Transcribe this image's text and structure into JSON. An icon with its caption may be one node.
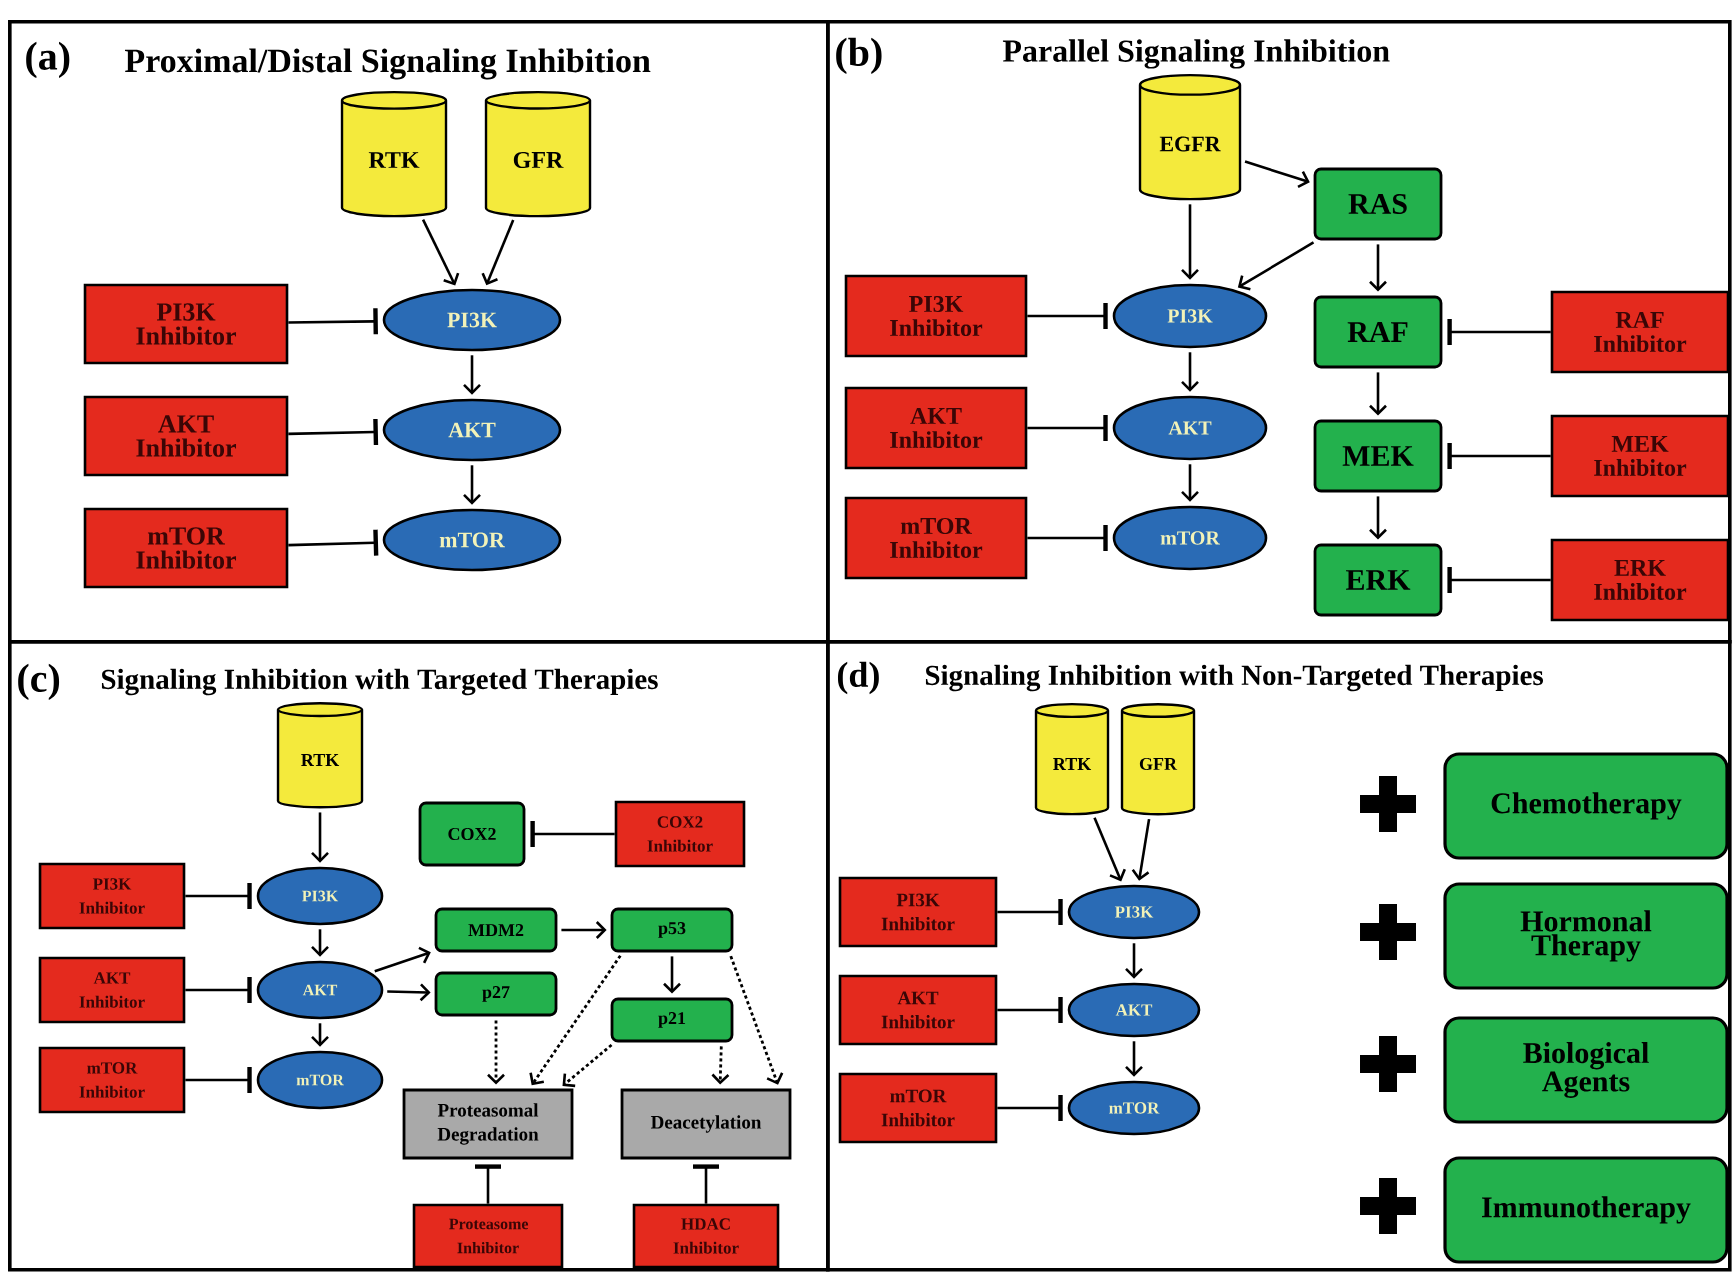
{
  "diagram": {
    "nodes": [
      {
        "text": [
          "(a)",
          "Proximal/Distal Signaling Inhibition"
        ]
      },
      {
        "text": [
          "RTK"
        ],
        "in": 0
      },
      {
        "text": [
          "GFR"
        ],
        "in": 0
      },
      {
        "text": [
          "PI3K Inhibitor"
        ],
        "in": 0
      },
      {
        "text": [
          "PI3K"
        ],
        "in": 0
      },
      {
        "text": [
          "AKT Inhibitor"
        ],
        "in": 0
      },
      {
        "text": [
          "AKT"
        ],
        "in": 0
      },
      {
        "text": [
          "mTOR Inhibitor"
        ],
        "in": 0
      },
      {
        "text": [
          "mTOR"
        ],
        "in": 0
      },
      {
        "text": [
          "(b)",
          "Parallel Signaling Inhibition"
        ]
      },
      {
        "text": [
          "EGFR"
        ],
        "in": 9
      },
      {
        "text": [
          "RAS"
        ],
        "in": 9
      },
      {
        "text": [
          "PI3K Inhibitor"
        ],
        "in": 9
      },
      {
        "text": [
          "PI3K"
        ],
        "in": 9
      },
      {
        "text": [
          "RAF"
        ],
        "in": 9
      },
      {
        "text": [
          "RAF Inhibitor"
        ],
        "in": 9
      },
      {
        "text": [
          "AKT Inhibitor"
        ],
        "in": 9
      },
      {
        "text": [
          "AKT"
        ],
        "in": 9
      },
      {
        "text": [
          "MEK"
        ],
        "in": 9
      },
      {
        "text": [
          "MEK Inhibitor"
        ],
        "in": 9
      },
      {
        "text": [
          "mTOR Inhibitor"
        ],
        "in": 9
      },
      {
        "text": [
          "mTOR"
        ],
        "in": 9
      },
      {
        "text": [
          "ERK"
        ],
        "in": 9
      },
      {
        "text": [
          "ERK Inhibitor"
        ],
        "in": 9
      },
      {
        "text": [
          "(c)",
          "Signaling Inhibition with Targeted Therapies"
        ]
      },
      {
        "text": [
          "RTK"
        ],
        "in": 24
      },
      {
        "text": [
          "COX2"
        ],
        "in": 24
      },
      {
        "text": [
          "COX2 Inhibitor"
        ],
        "in": 24
      },
      {
        "text": [
          "PI3K Inhibitor"
        ],
        "in": 24
      },
      {
        "text": [
          "PI3K"
        ],
        "in": 24
      },
      {
        "text": [
          "MDM2"
        ],
        "in": 24
      },
      {
        "text": [
          "p53"
        ],
        "in": 24
      },
      {
        "text": [
          "AKT Inhibitor"
        ],
        "in": 24
      },
      {
        "text": [
          "AKT"
        ],
        "in": 24
      },
      {
        "text": [
          "p27"
        ],
        "in": 24
      },
      {
        "text": [
          "p21"
        ],
        "in": 24
      },
      {
        "text": [
          "mTOR Inhibitor"
        ],
        "in": 24
      },
      {
        "text": [
          "mTOR"
        ],
        "in": 24
      },
      {
        "text": [
          "Proteasomal Degradation"
        ],
        "in": 24
      },
      {
        "text": [
          "Deacetylation"
        ],
        "in": 24
      },
      {
        "text": [
          "Proteasome Inhibitor"
        ],
        "in": 24
      },
      {
        "text": [
          "HDAC Inhibitor"
        ],
        "in": 24
      },
      {
        "text": [
          "(d)",
          "Signaling Inhibition with Non-Targeted Therapies"
        ]
      },
      {
        "text": [
          "RTK"
        ],
        "in": 42
      },
      {
        "text": [
          "GFR"
        ],
        "in": 42
      },
      {
        "text": [
          "PI3K Inhibitor"
        ],
        "in": 42
      },
      {
        "text": [
          "PI3K"
        ],
        "in": 42
      },
      {
        "text": [
          "AKT Inhibitor"
        ],
        "in": 42
      },
      {
        "text": [
          "AKT"
        ],
        "in": 42
      },
      {
        "text": [
          "mTOR Inhibitor"
        ],
        "in": 42
      },
      {
        "text": [
          "mTOR"
        ],
        "in": 42
      },
      {
        "text": [
          "Chemotherapy"
        ],
        "in": 42
      },
      {
        "text": [
          "Hormonal Therapy"
        ],
        "in": 42
      },
      {
        "text": [
          "Biological Agents"
        ],
        "in": 42
      },
      {
        "text": [
          "Immunotherapy"
        ],
        "in": 42
      }
    ],
    "edges": [
      {
        "from": 1,
        "to": 4,
        "arrow": "to"
      },
      {
        "from": 2,
        "to": 4,
        "arrow": "to"
      },
      {
        "from": 4,
        "to": 6,
        "arrow": "to"
      },
      {
        "from": 6,
        "to": 8,
        "arrow": "to"
      },
      {
        "from": 3,
        "to": 4,
        "arrow": "other"
      },
      {
        "from": 5,
        "to": 6,
        "arrow": "other"
      },
      {
        "from": 7,
        "to": 8,
        "arrow": "other"
      },
      {
        "from": 10,
        "to": 13,
        "arrow": "to"
      },
      {
        "from": 10,
        "to": 11,
        "arrow": "to"
      },
      {
        "from": 11,
        "to": 13,
        "arrow": "to"
      },
      {
        "from": 13,
        "to": 17,
        "arrow": "to"
      },
      {
        "from": 17,
        "to": 21,
        "arrow": "to"
      },
      {
        "from": 11,
        "to": 14,
        "arrow": "to"
      },
      {
        "from": 14,
        "to": 18,
        "arrow": "to"
      },
      {
        "from": 18,
        "to": 22,
        "arrow": "to"
      },
      {
        "from": 12,
        "to": 13,
        "arrow": "other"
      },
      {
        "from": 16,
        "to": 17,
        "arrow": "other"
      },
      {
        "from": 20,
        "to": 21,
        "arrow": "other"
      },
      {
        "from": 15,
        "to": 14,
        "arrow": "other"
      },
      {
        "from": 19,
        "to": 18,
        "arrow": "other"
      },
      {
        "from": 23,
        "to": 22,
        "arrow": "other"
      },
      {
        "from": 25,
        "to": 29,
        "arrow": "to"
      },
      {
        "from": 29,
        "to": 33,
        "arrow": "to"
      },
      {
        "from": 33,
        "to": 37,
        "arrow": "to"
      },
      {
        "from": 33,
        "to": 30,
        "arrow": "to"
      },
      {
        "from": 33,
        "to": 34,
        "arrow": "to"
      },
      {
        "from": 30,
        "to": 31,
        "arrow": "to"
      },
      {
        "from": 31,
        "to": 35,
        "arrow": "to"
      },
      {
        "from": 34,
        "to": 38,
        "arrow": "to",
        "style": "dashed"
      },
      {
        "from": 31,
        "to": 38,
        "arrow": "to",
        "style": "dashed"
      },
      {
        "from": 35,
        "to": 38,
        "arrow": "to",
        "style": "dashed"
      },
      {
        "from": 35,
        "to": 39,
        "arrow": "to",
        "style": "dashed"
      },
      {
        "from": 31,
        "to": 39,
        "arrow": "to",
        "style": "dashed"
      },
      {
        "from": 27,
        "to": 26,
        "arrow": "other"
      },
      {
        "from": 28,
        "to": 29,
        "arrow": "other"
      },
      {
        "from": 32,
        "to": 33,
        "arrow": "other"
      },
      {
        "from": 36,
        "to": 37,
        "arrow": "other"
      },
      {
        "from": 40,
        "to": 38,
        "arrow": "other"
      },
      {
        "from": 41,
        "to": 39,
        "arrow": "other"
      },
      {
        "from": 43,
        "to": 46,
        "arrow": "to"
      },
      {
        "from": 44,
        "to": 46,
        "arrow": "to"
      },
      {
        "from": 46,
        "to": 48,
        "arrow": "to"
      },
      {
        "from": 48,
        "to": 50,
        "arrow": "to"
      },
      {
        "from": 45,
        "to": 46,
        "arrow": "other"
      },
      {
        "from": 47,
        "to": 48,
        "arrow": "other"
      },
      {
        "from": 49,
        "to": 50,
        "arrow": "other"
      }
    ]
  }
}
